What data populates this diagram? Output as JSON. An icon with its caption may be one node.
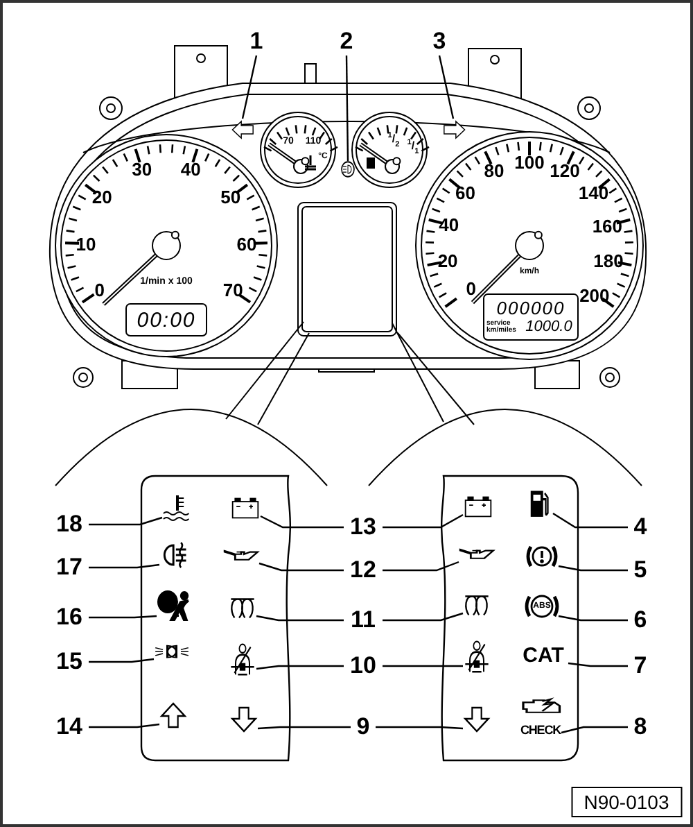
{
  "diagram": {
    "nodes": [
      {
        "text": [
          "1"
        ]
      },
      {
        "text": [
          "2"
        ]
      },
      {
        "text": [
          "3"
        ]
      },
      {
        "text": [],
        "shape": "picture"
      },
      {
        "text": [],
        "shape": "picture"
      },
      {
        "text": [],
        "shape": "picture"
      },
      {
        "text": [
          "18"
        ]
      },
      {
        "text": [],
        "shape": "picture"
      },
      {
        "text": [],
        "shape": "picture"
      },
      {
        "text": [
          "13"
        ]
      },
      {
        "text": [],
        "shape": "picture"
      },
      {
        "text": [],
        "shape": "picture"
      },
      {
        "text": [
          "4"
        ]
      },
      {
        "text": [
          "17"
        ]
      },
      {
        "text": [],
        "shape": "picture"
      },
      {
        "text": [],
        "shape": "picture"
      },
      {
        "text": [
          "12"
        ]
      },
      {
        "text": [],
        "shape": "picture"
      },
      {
        "text": [],
        "shape": "picture"
      },
      {
        "text": [
          "5"
        ]
      },
      {
        "text": [
          "16"
        ]
      },
      {
        "text": [],
        "shape": "picture"
      },
      {
        "text": [],
        "shape": "picture"
      },
      {
        "text": [
          "11"
        ]
      },
      {
        "text": [],
        "shape": "picture"
      },
      {
        "text": [
          "ABS"
        ]
      },
      {
        "text": [
          "6"
        ]
      },
      {
        "text": [
          "15"
        ]
      },
      {
        "text": [],
        "shape": "picture"
      },
      {
        "text": [],
        "shape": "picture"
      },
      {
        "text": [
          "10"
        ]
      },
      {
        "text": [],
        "shape": "picture"
      },
      {
        "text": [
          "CAT"
        ]
      },
      {
        "text": [
          "7"
        ]
      },
      {
        "text": [
          "14"
        ]
      },
      {
        "text": [],
        "shape": "picture"
      },
      {
        "text": [],
        "shape": "picture"
      },
      {
        "text": [
          "9"
        ]
      },
      {
        "text": [],
        "shape": "picture"
      },
      {
        "text": [
          "CHECK"
        ]
      },
      {
        "text": [
          "8"
        ]
      }
    ],
    "edges": [
      {
        "from": 0,
        "to": 3,
        "arrow": "none"
      },
      {
        "from": 1,
        "to": 4,
        "arrow": "none"
      },
      {
        "from": 2,
        "to": 5,
        "arrow": "none"
      },
      {
        "from": 6,
        "to": 7,
        "arrow": "none"
      },
      {
        "from": 9,
        "to": 8,
        "arrow": "none"
      },
      {
        "from": 9,
        "to": 10,
        "arrow": "none"
      },
      {
        "from": 12,
        "to": 11,
        "arrow": "none"
      },
      {
        "from": 13,
        "to": 14,
        "arrow": "none"
      },
      {
        "from": 16,
        "to": 15,
        "arrow": "none"
      },
      {
        "from": 16,
        "to": 17,
        "arrow": "none"
      },
      {
        "from": 19,
        "to": 18,
        "arrow": "none"
      },
      {
        "from": 20,
        "to": 21,
        "arrow": "none"
      },
      {
        "from": 23,
        "to": 22,
        "arrow": "none"
      },
      {
        "from": 23,
        "to": 24,
        "arrow": "none"
      },
      {
        "from": 26,
        "to": 25,
        "arrow": "none"
      },
      {
        "from": 27,
        "to": 28,
        "arrow": "none"
      },
      {
        "from": 30,
        "to": 29,
        "arrow": "none"
      },
      {
        "from": 30,
        "to": 31,
        "arrow": "none"
      },
      {
        "from": 33,
        "to": 32,
        "arrow": "none"
      },
      {
        "from": 34,
        "to": 35,
        "arrow": "none"
      },
      {
        "from": 37,
        "to": 36,
        "arrow": "none"
      },
      {
        "from": 37,
        "to": 38,
        "arrow": "none"
      },
      {
        "from": 40,
        "to": 39,
        "arrow": "none"
      }
    ],
    "labels": [
      "0",
      "10",
      "20",
      "30",
      "40",
      "50",
      "60",
      "70",
      "1/min x 100",
      "00:00",
      "70",
      "110",
      "°C",
      "$^{1}$/$_{2}$",
      "$^{1}$/$_{1}$",
      "0",
      "20",
      "40",
      "60",
      "80",
      "100",
      "120",
      "140",
      "160",
      "180",
      "200",
      "km/h",
      "000000",
      "service km/miles",
      "1000.0",
      "N90-0103"
    ]
  }
}
